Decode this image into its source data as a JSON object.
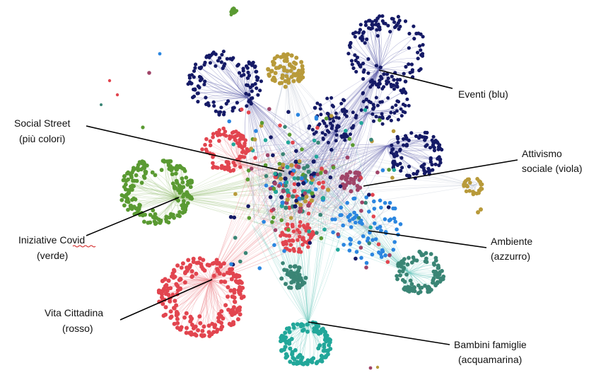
{
  "colors": {
    "blu": "#151a66",
    "rosso": "#e2454f",
    "verde": "#5a9a32",
    "azzurro": "#2b86e0",
    "acquamarina": "#22a79a",
    "viola": "#a04468",
    "teal_scuro": "#3a8575",
    "oro": "#b89a3a",
    "edge_blu": "#6668b0",
    "edge_rosso": "#ee8a90",
    "edge_verde": "#9dc47e",
    "edge_acqua": "#6cc8be",
    "edge_misti": "#b0b8c8"
  },
  "labels": {
    "eventi": {
      "line1": "Eventi (blu)",
      "line2": ""
    },
    "social_street": {
      "line1": "Social Street",
      "line2": "(più colori)"
    },
    "attivismo": {
      "line1": "Attivismo",
      "line2": "sociale (viola)"
    },
    "covid": {
      "line1": "Iniziative Covid",
      "line2": "(verde)"
    },
    "ambiente": {
      "line1": "Ambiente",
      "line2": "(azzurro)"
    },
    "vita": {
      "line1": "Vita Cittadina",
      "line2": "(rosso)"
    },
    "bambini": {
      "line1": "Bambini famiglie",
      "line2": "(acquamarina)"
    }
  },
  "clusters": [
    {
      "key": "eventi_top_right",
      "color": "blu",
      "edge": "edge_blu",
      "size": 130
    },
    {
      "key": "eventi_top_left",
      "color": "blu",
      "edge": "edge_blu",
      "size": 120
    },
    {
      "key": "eventi_right",
      "color": "blu",
      "edge": "edge_blu",
      "size": 100
    },
    {
      "key": "eventi_center",
      "color": "blu",
      "edge": "edge_blu",
      "size": 70
    },
    {
      "key": "eventi_mid",
      "color": "blu",
      "edge": "edge_blu",
      "size": 60
    },
    {
      "key": "gold_top",
      "color": "oro",
      "edge": "edge_misti",
      "size": 70
    },
    {
      "key": "gold_ring",
      "color": "oro",
      "edge": "edge_misti",
      "size": 30
    },
    {
      "key": "covid",
      "color": "verde",
      "edge": "edge_verde",
      "size": 190
    },
    {
      "key": "vita_bottom",
      "color": "rosso",
      "edge": "edge_rosso",
      "size": 220
    },
    {
      "key": "vita_upper",
      "color": "rosso",
      "edge": "edge_rosso",
      "size": 90
    },
    {
      "key": "rosso_center",
      "color": "rosso",
      "edge": "edge_rosso",
      "size": 60
    },
    {
      "key": "bambini",
      "color": "acquamarina",
      "edge": "edge_acqua",
      "size": 110
    },
    {
      "key": "ambiente",
      "color": "azzurro",
      "edge": "edge_misti",
      "size": 70
    },
    {
      "key": "teal_right",
      "color": "teal_scuro",
      "edge": "edge_acqua",
      "size": 100
    },
    {
      "key": "teal_lower",
      "color": "teal_scuro",
      "edge": "edge_acqua",
      "size": 45
    },
    {
      "key": "viola",
      "color": "viola",
      "edge": "edge_misti",
      "size": 30
    },
    {
      "key": "social_street_core",
      "color": "mixed",
      "edge": "edge_misti",
      "size": 90
    }
  ]
}
